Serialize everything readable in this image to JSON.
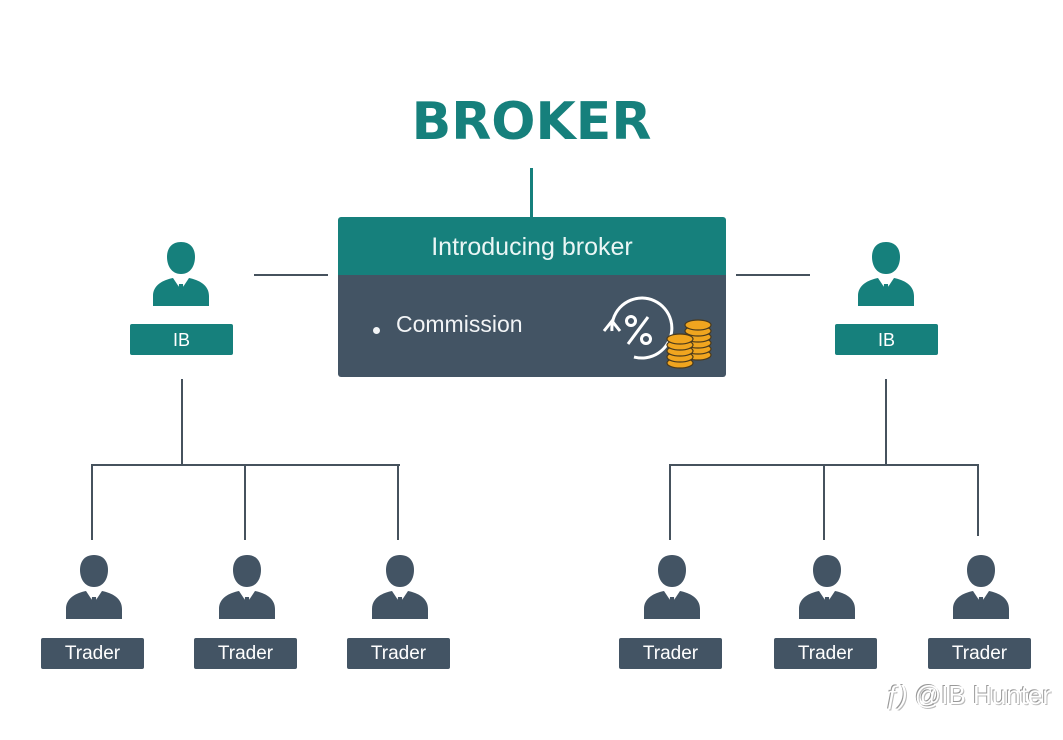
{
  "title": "BROKER",
  "introducing_broker": {
    "heading": "Introducing broker",
    "bullets": [
      "Commission"
    ],
    "icon": "percent-cycle-coins-icon"
  },
  "ib_nodes": [
    {
      "label": "IB",
      "icon": "businessman-icon"
    },
    {
      "label": "IB",
      "icon": "businessman-icon"
    }
  ],
  "traders": [
    {
      "label": "Trader",
      "icon": "businessman-icon",
      "parent": 0
    },
    {
      "label": "Trader",
      "icon": "businessman-icon",
      "parent": 0
    },
    {
      "label": "Trader",
      "icon": "businessman-icon",
      "parent": 0
    },
    {
      "label": "Trader",
      "icon": "businessman-icon",
      "parent": 1
    },
    {
      "label": "Trader",
      "icon": "businessman-icon",
      "parent": 1
    },
    {
      "label": "Trader",
      "icon": "businessman-icon",
      "parent": 1
    }
  ],
  "colors": {
    "teal": "#16807c",
    "slate": "#435464",
    "coin": "#f0a51f"
  },
  "watermark": "@IB Hunter"
}
